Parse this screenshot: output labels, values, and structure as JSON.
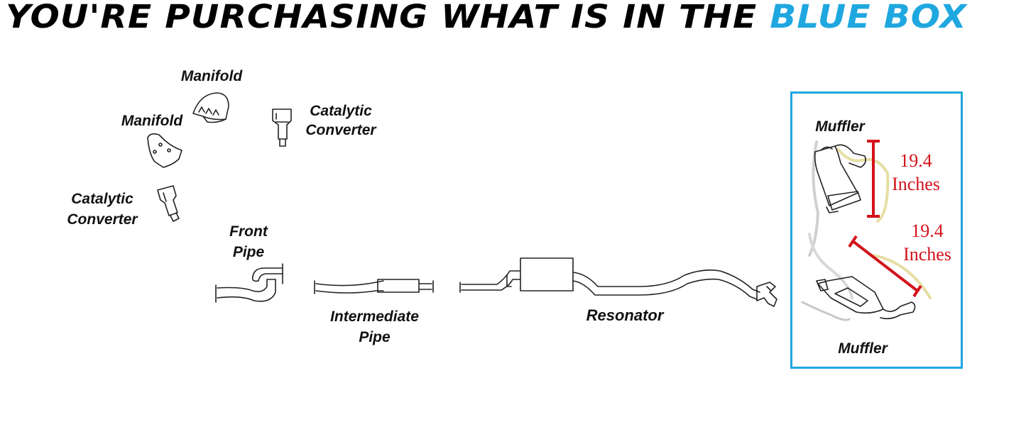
{
  "headline": {
    "text": "YOU'RE PURCHASING WHAT IS IN THE ",
    "accent_text": "BLUE BOX",
    "accent_color": "#1fa7e0"
  },
  "parts": {
    "manifold_right": "Manifold",
    "manifold_left": "Manifold",
    "cat_right_line1": "Catalytic",
    "cat_right_line2": "Converter",
    "cat_left_line1": "Catalytic",
    "cat_left_line2": "Converter",
    "front_pipe_line1": "Front",
    "front_pipe_line2": "Pipe",
    "intermediate_line1": "Intermediate",
    "intermediate_line2": "Pipe",
    "resonator": "Resonator"
  },
  "blue_box": {
    "muffler_top": "Muffler",
    "muffler_bottom": "Muffler",
    "measure_top_value": "19.4",
    "measure_top_unit": "Inches",
    "measure_bottom_value": "19.4",
    "measure_bottom_unit": "Inches",
    "measure_color": "#d3121a"
  }
}
